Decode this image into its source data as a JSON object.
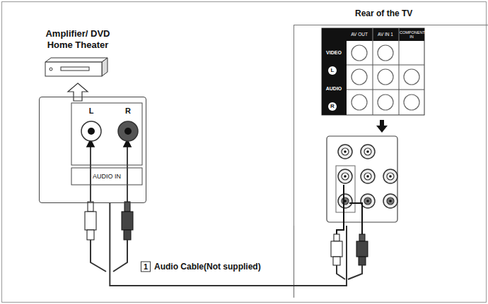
{
  "diagram": {
    "nodes": [
      {
        "text": [
          "Amplifier/ DVD Home Theater"
        ]
      },
      {
        "text": [
          "L",
          "R",
          "AUDIO IN"
        ]
      },
      {
        "text": [
          "Rear of the TV"
        ]
      }
    ],
    "edges": [
      {
        "from": 1,
        "to": 2,
        "arrow": "none",
        "label": "Audio Cable(Not supplied)"
      }
    ],
    "labels": [
      "1",
      "AV OUT",
      "AV IN 1",
      "COMPONENT IN",
      "VIDEO",
      "L",
      "AUDIO",
      "R"
    ]
  }
}
